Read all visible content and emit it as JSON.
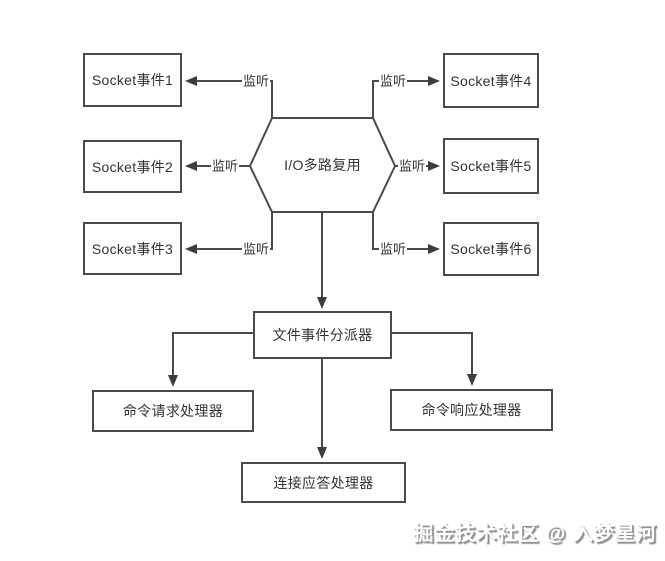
{
  "diagram": {
    "hexagon": {
      "label": "I/O多路复用"
    },
    "listen_label": "监听",
    "sockets": [
      {
        "label": "Socket事件1"
      },
      {
        "label": "Socket事件2"
      },
      {
        "label": "Socket事件3"
      },
      {
        "label": "Socket事件4"
      },
      {
        "label": "Socket事件5"
      },
      {
        "label": "Socket事件6"
      }
    ],
    "dispatcher": {
      "label": "文件事件分派器"
    },
    "handlers": [
      {
        "label": "命令请求处理器"
      },
      {
        "label": "命令响应处理器"
      },
      {
        "label": "连接应答处理器"
      }
    ],
    "colors": {
      "line": "#4a4a4a",
      "arrow": "#3d3d3d",
      "text": "#333333",
      "node_background": "#ffffff",
      "canvas_background": "#ffffff"
    }
  },
  "watermark": {
    "text": "掘金技术社区 @ 入梦星河"
  }
}
